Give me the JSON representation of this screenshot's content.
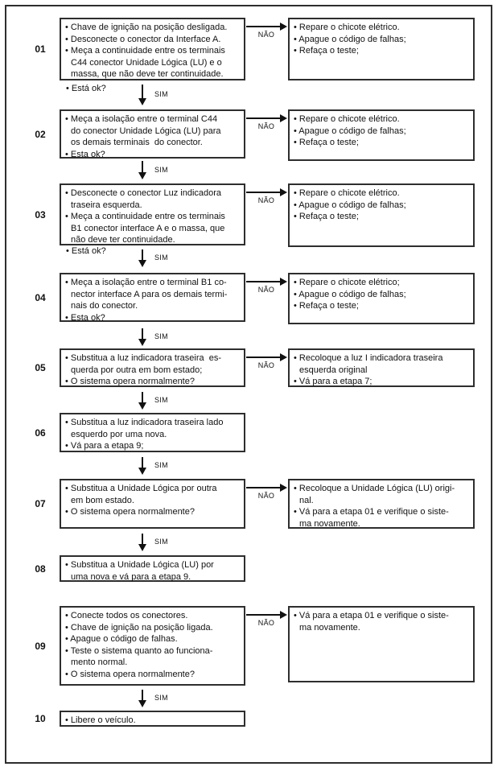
{
  "flowchart": {
    "sim_label": "SIM",
    "nao_label": "NÃO",
    "steps": [
      {
        "number": "01",
        "left": [
          "• Chave de ignição na posição desligada.",
          "• Desconecte o conector da Interface A.",
          "• Meça a continuidade entre os terminais",
          "C44 conector Unidade Lógica (LU) e o",
          "massa, que não deve ter continuidade."
        ],
        "below": "• Está ok?",
        "right": [
          "• Repare o chicote elétrico.",
          "• Apague o código de falhas;",
          "• Refaça o teste;"
        ]
      },
      {
        "number": "02",
        "left": [
          "• Meça a isolação entre o terminal C44",
          "do conector Unidade Lógica (LU) para",
          "os demais terminais  do conector.",
          "• Esta ok?"
        ],
        "right": [
          "• Repare o chicote elétrico.",
          "• Apague o código de falhas;",
          "• Refaça o teste;"
        ]
      },
      {
        "number": "03",
        "left": [
          "• Desconecte o conector Luz indicadora",
          "traseira esquerda.",
          "• Meça a continuidade entre os terminais",
          "B1 conector interface A e o massa, que",
          "não deve ter continuidade."
        ],
        "below": "• Está ok?",
        "right": [
          "• Repare o chicote elétrico.",
          "• Apague o código de falhas;",
          "• Refaça o teste;"
        ]
      },
      {
        "number": "04",
        "left": [
          "• Meça a isolação entre o terminal B1 co-",
          "nector interface A para os demais termi-",
          "nais do conector.",
          "• Esta ok?"
        ],
        "right": [
          "• Repare o chicote elétrico;",
          "• Apague o código de falhas;",
          "• Refaça o teste;"
        ]
      },
      {
        "number": "05",
        "left": [
          "• Substitua a luz indicadora traseira  es-",
          "querda por outra em bom estado;",
          "• O sistema opera normalmente?"
        ],
        "right": [
          "• Recoloque a luz I indicadora traseira",
          "esquerda original",
          "• Vá para a etapa 7;"
        ]
      },
      {
        "number": "06",
        "left": [
          "• Substitua a luz indicadora traseira lado",
          "esquerdo por uma nova.",
          "• Vá para a etapa 9;"
        ]
      },
      {
        "number": "07",
        "left": [
          "• Substitua a Unidade Lógica por outra",
          "em bom estado.",
          "• O sistema opera normalmente?"
        ],
        "right": [
          "• Recoloque a Unidade Lógica (LU) origi-",
          "nal.",
          "• Vá para a etapa 01 e verifique o siste-",
          "ma novamente."
        ]
      },
      {
        "number": "08",
        "left": [
          "• Substitua a Unidade Lógica (LU) por",
          "uma nova e vá para a etapa 9."
        ]
      },
      {
        "number": "09",
        "left": [
          "• Conecte todos os conectores.",
          "• Chave de ignição na posição ligada.",
          "• Apague o código de falhas.",
          "• Teste o sistema quanto ao funciona-",
          "mento normal.",
          "• O sistema opera normalmente?"
        ],
        "right": [
          "• Vá para a etapa 01 e verifique o siste-",
          "ma novamente."
        ]
      },
      {
        "number": "10",
        "left": [
          "• Libere o veículo."
        ]
      }
    ]
  }
}
